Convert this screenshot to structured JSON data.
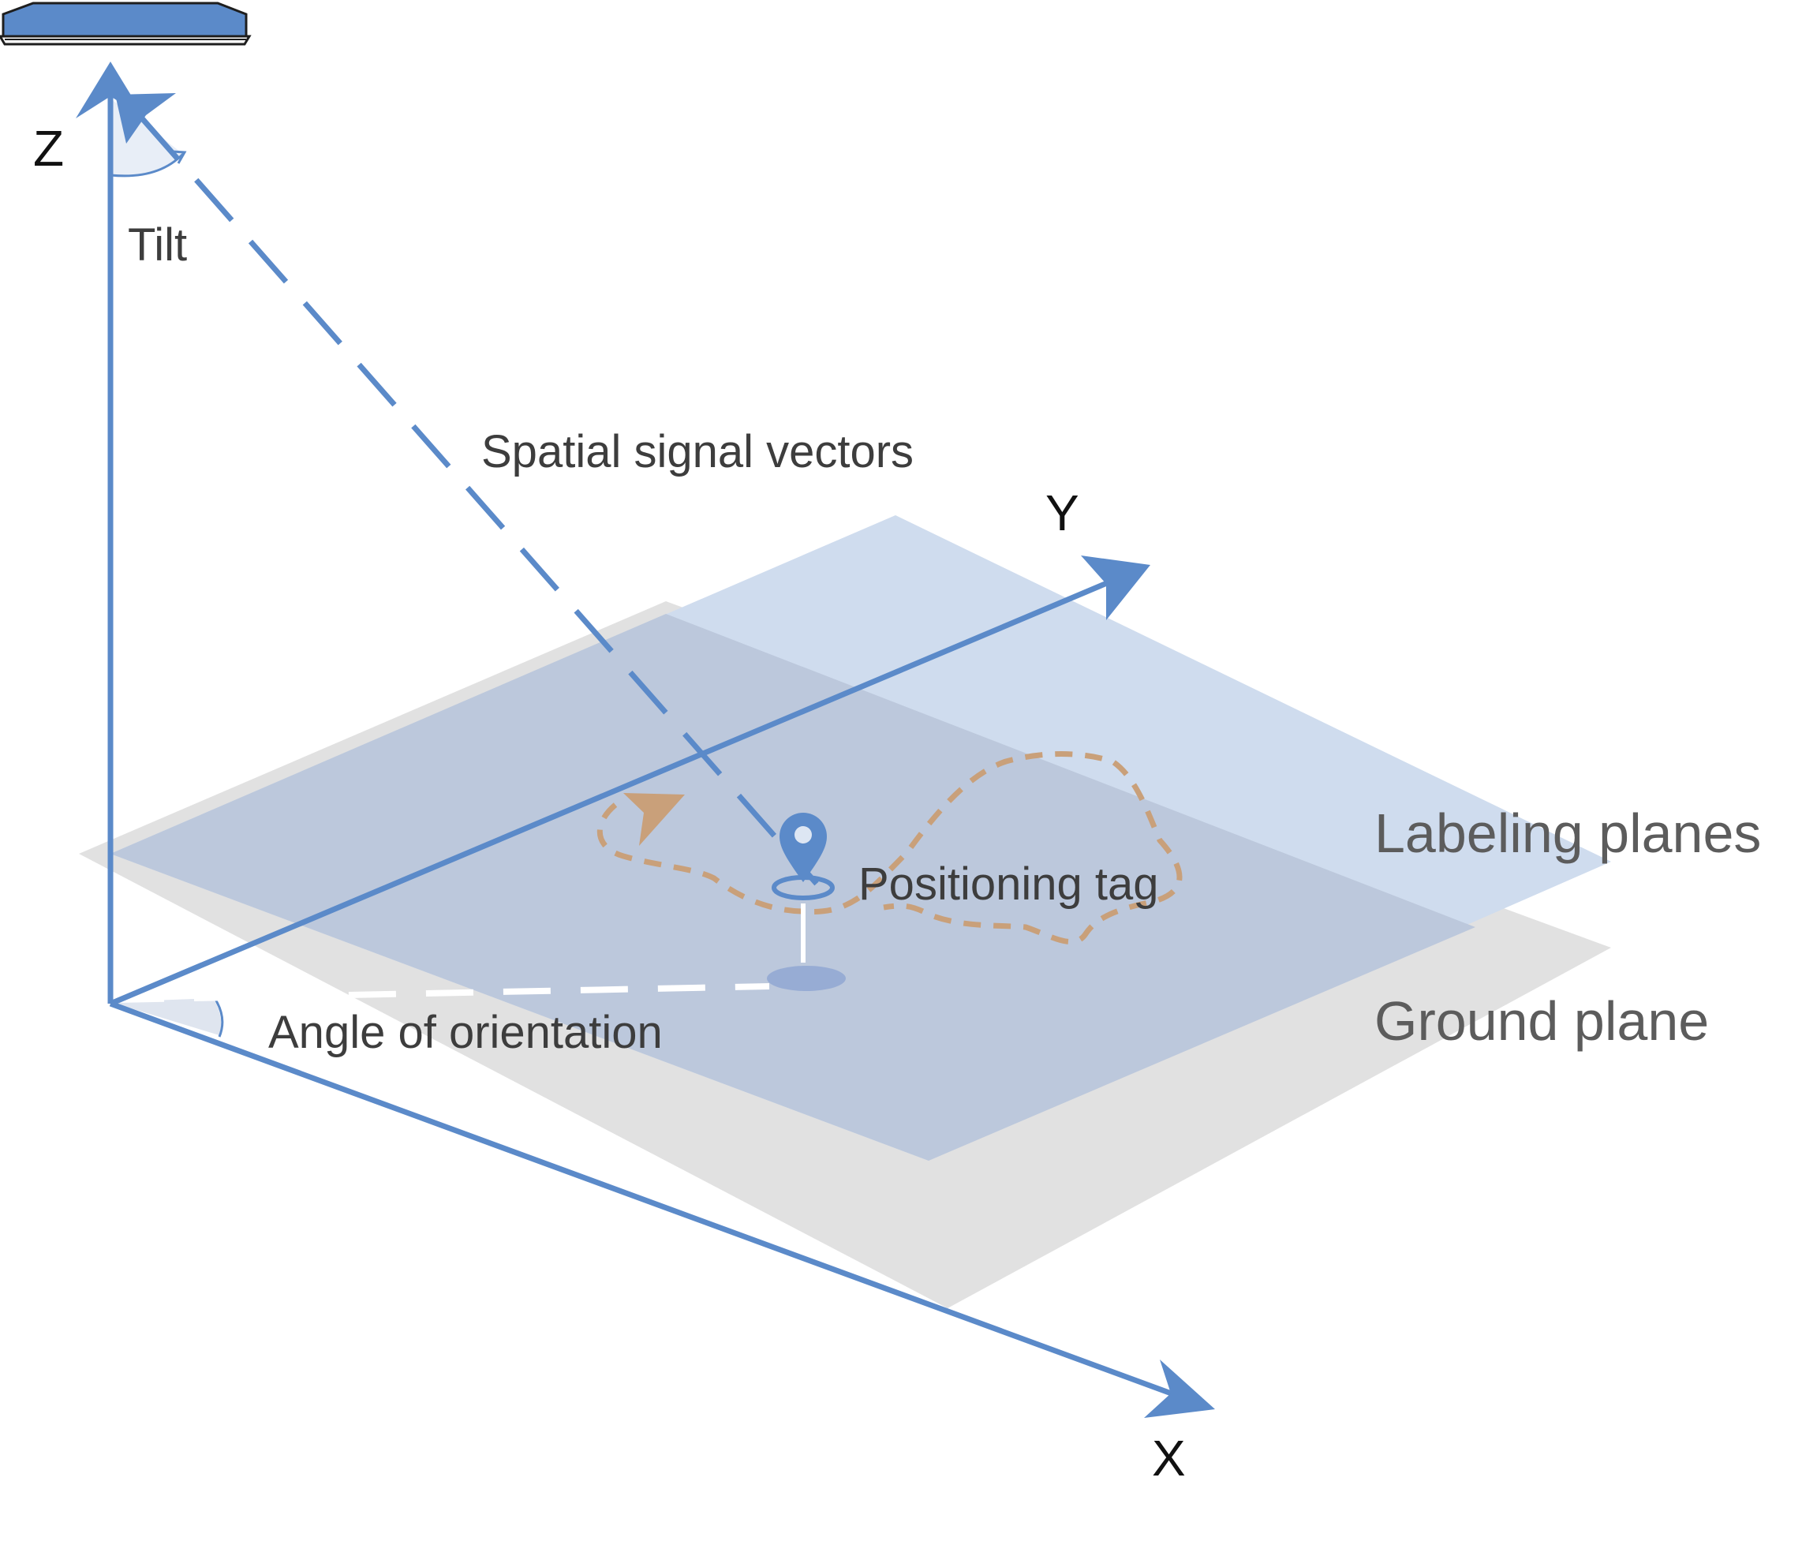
{
  "axes": {
    "x": "X",
    "y": "Y",
    "z": "Z"
  },
  "labels": {
    "tilt": "Tilt",
    "spatial_vectors": "Spatial signal vectors",
    "positioning_tag": "Positioning tag",
    "angle_orientation": "Angle of orientation",
    "labeling_planes": "Labeling planes",
    "ground_plane": "Ground plane"
  },
  "colors": {
    "axis_blue": "#5b8ac9",
    "labeling_plane": "#cfdcee",
    "ground_plane": "#e1e1e1",
    "overlap_plane": "#bcc8dc",
    "path_orange": "#c9a07a",
    "tag_blue": "#5b8ac9",
    "tag_shadow": "#97acd4"
  },
  "icons": {
    "device": "anchor-device-icon",
    "tag": "location-pin-icon"
  }
}
